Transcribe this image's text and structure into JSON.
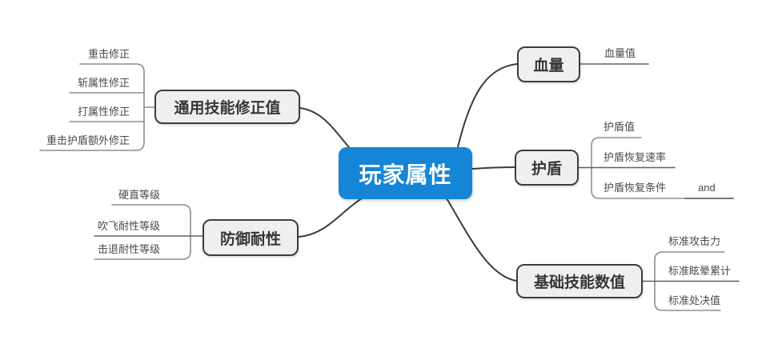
{
  "diagram": {
    "type": "mindmap",
    "root": {
      "label": "玩家属性"
    },
    "branches": [
      {
        "label": "通用技能修正值",
        "side": "left",
        "children": [
          {
            "label": "重击修正"
          },
          {
            "label": "斩属性修正"
          },
          {
            "label": "打属性修正"
          },
          {
            "label": "重击护盾额外修正"
          }
        ]
      },
      {
        "label": "防御耐性",
        "side": "left",
        "children": [
          {
            "label": "硬直等级"
          },
          {
            "label": "吹飞耐性等级"
          },
          {
            "label": "击退耐性等级"
          }
        ]
      },
      {
        "label": "血量",
        "side": "right",
        "children": [
          {
            "label": "血量值"
          }
        ]
      },
      {
        "label": "护盾",
        "side": "right",
        "children": [
          {
            "label": "护盾值"
          },
          {
            "label": "护盾恢复速率"
          },
          {
            "label": "护盾恢复条件",
            "children": [
              {
                "label": "and"
              }
            ]
          }
        ]
      },
      {
        "label": "基础技能数值",
        "side": "right",
        "children": [
          {
            "label": "标准攻击力"
          },
          {
            "label": "标准眩晕累计"
          },
          {
            "label": "标准处决值"
          }
        ]
      }
    ]
  },
  "colors": {
    "root_fill": "#1585D5",
    "root_text": "#FFFFFF",
    "branch_fill": "#EFEFEF",
    "branch_border": "#3D3D3D",
    "branch_text": "#363636",
    "child_text": "#4A4A4A",
    "connector_main": "#3B3B3B",
    "connector_child": "#8E8E8E",
    "connector_child_dark": "#606060"
  }
}
